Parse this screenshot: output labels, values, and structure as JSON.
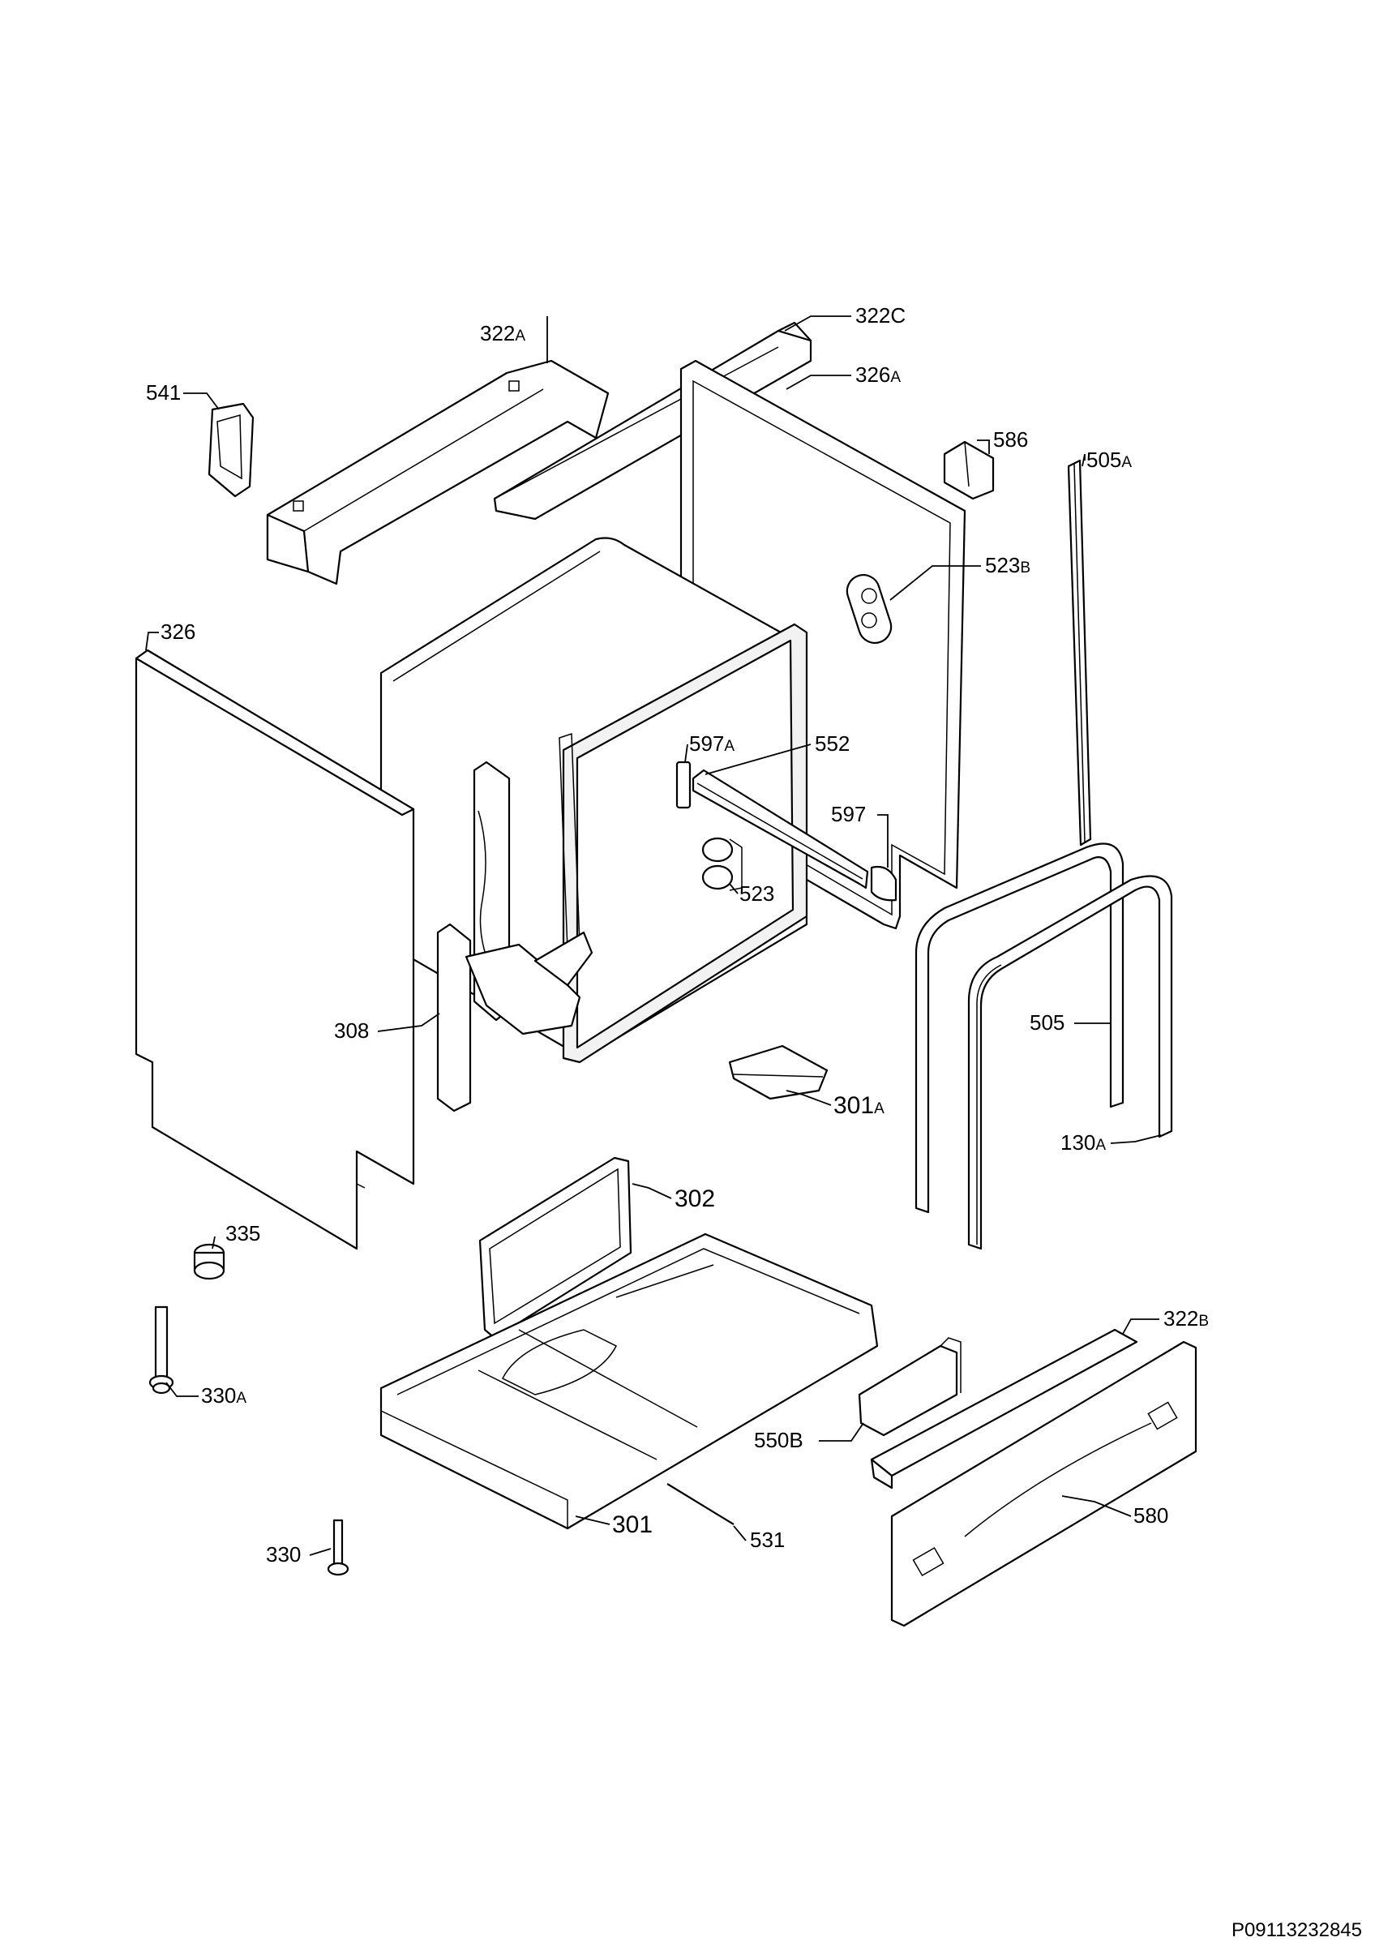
{
  "diagram": {
    "document_id": "P09113232845",
    "labels": [
      {
        "id": "322a",
        "num": "322",
        "suffix": "A"
      },
      {
        "id": "322c",
        "num": "322C",
        "suffix": ""
      },
      {
        "id": "541",
        "num": "541",
        "suffix": ""
      },
      {
        "id": "326a",
        "num": "326",
        "suffix": "A"
      },
      {
        "id": "586",
        "num": "586",
        "suffix": ""
      },
      {
        "id": "505a",
        "num": "505",
        "suffix": "A"
      },
      {
        "id": "523b",
        "num": "523",
        "suffix": "B"
      },
      {
        "id": "326",
        "num": "326",
        "suffix": ""
      },
      {
        "id": "597a",
        "num": "597",
        "suffix": "A"
      },
      {
        "id": "552",
        "num": "552",
        "suffix": ""
      },
      {
        "id": "597",
        "num": "597",
        "suffix": ""
      },
      {
        "id": "523",
        "num": "523",
        "suffix": ""
      },
      {
        "id": "308",
        "num": "308",
        "suffix": ""
      },
      {
        "id": "505",
        "num": "505",
        "suffix": ""
      },
      {
        "id": "301a",
        "num": "301",
        "suffix": "A"
      },
      {
        "id": "130a",
        "num": "130",
        "suffix": "A"
      },
      {
        "id": "302",
        "num": "302",
        "suffix": ""
      },
      {
        "id": "335",
        "num": "335",
        "suffix": ""
      },
      {
        "id": "322b",
        "num": "322",
        "suffix": "B"
      },
      {
        "id": "330a",
        "num": "330",
        "suffix": "A"
      },
      {
        "id": "550b",
        "num": "550B",
        "suffix": ""
      },
      {
        "id": "580",
        "num": "580",
        "suffix": ""
      },
      {
        "id": "301",
        "num": "301",
        "suffix": ""
      },
      {
        "id": "531",
        "num": "531",
        "suffix": ""
      },
      {
        "id": "330",
        "num": "330",
        "suffix": ""
      }
    ]
  }
}
